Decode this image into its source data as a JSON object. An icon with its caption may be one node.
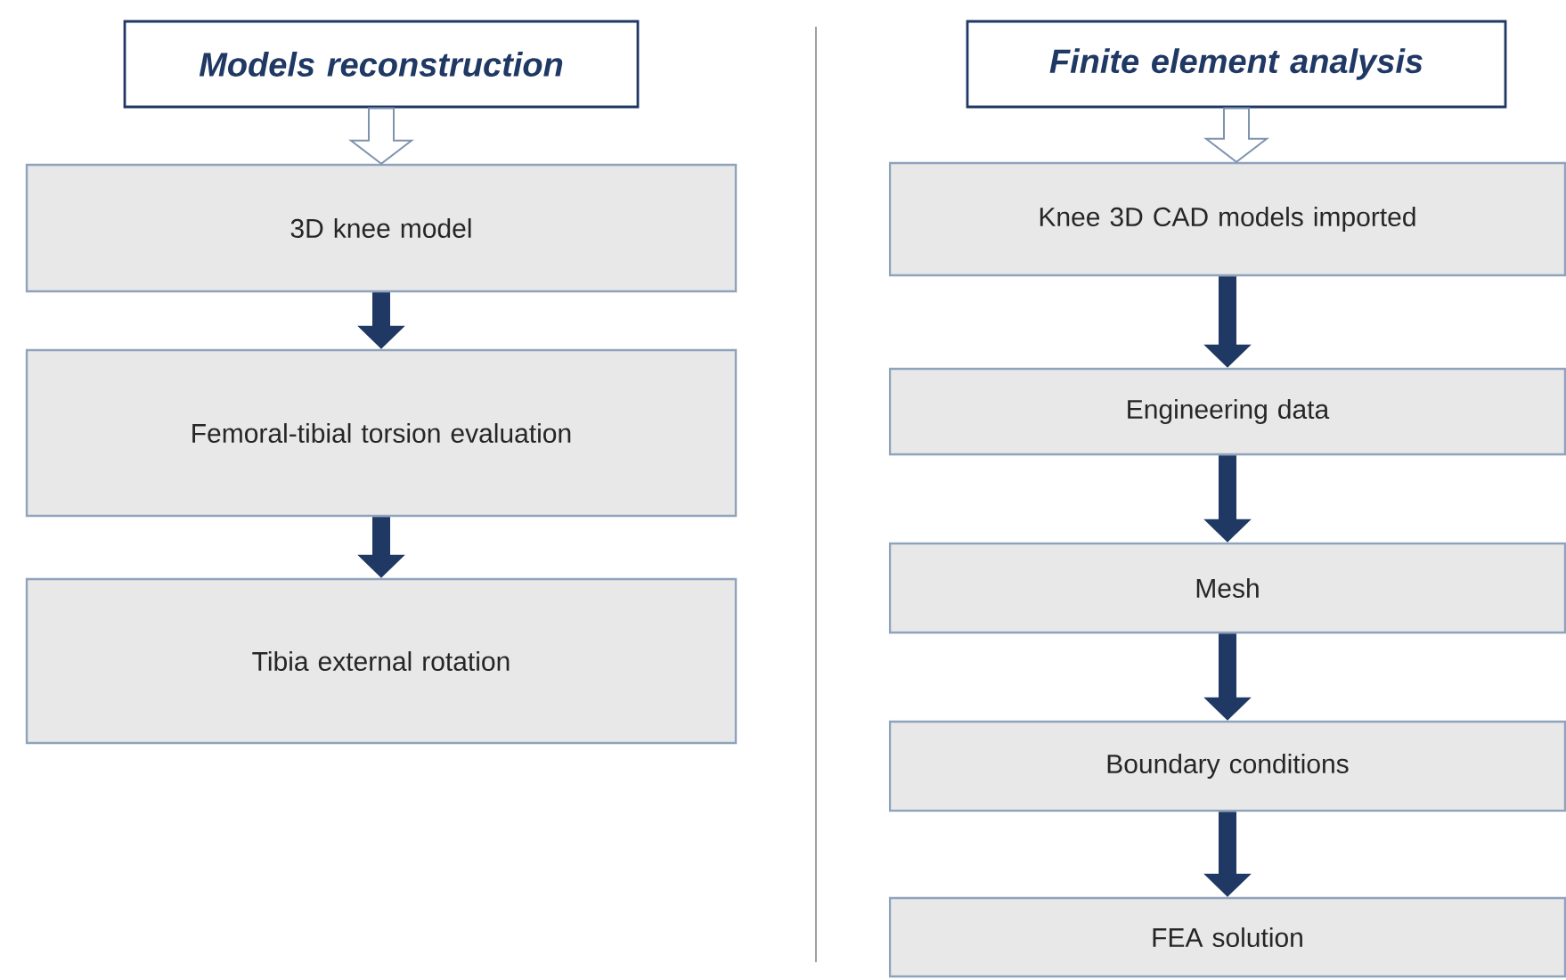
{
  "diagram": {
    "nodes": [
      {
        "text": [
          "Models reconstruction"
        ]
      },
      {
        "text": [
          "3D knee model"
        ]
      },
      {
        "text": [
          "Femoral-tibial torsion evaluation"
        ]
      },
      {
        "text": [
          "Tibia external rotation"
        ]
      },
      {
        "text": [
          "Finite element analysis"
        ]
      },
      {
        "text": [
          "Knee 3D CAD models imported"
        ]
      },
      {
        "text": [
          "Engineering data"
        ]
      },
      {
        "text": [
          "Mesh"
        ]
      },
      {
        "text": [
          "Boundary conditions"
        ]
      },
      {
        "text": [
          "FEA solution"
        ]
      }
    ],
    "edges": [
      {
        "from": 0,
        "to": 1,
        "arrow": "to",
        "color": "#7f93ad"
      },
      {
        "from": 1,
        "to": 2,
        "arrow": "to"
      },
      {
        "from": 2,
        "to": 3,
        "arrow": "to"
      },
      {
        "from": 4,
        "to": 5,
        "arrow": "to",
        "color": "#7f93ad"
      },
      {
        "from": 5,
        "to": 6,
        "arrow": "to"
      },
      {
        "from": 6,
        "to": 7,
        "arrow": "to"
      },
      {
        "from": 7,
        "to": 8,
        "arrow": "to"
      },
      {
        "from": 8,
        "to": 9,
        "arrow": "to"
      }
    ]
  }
}
